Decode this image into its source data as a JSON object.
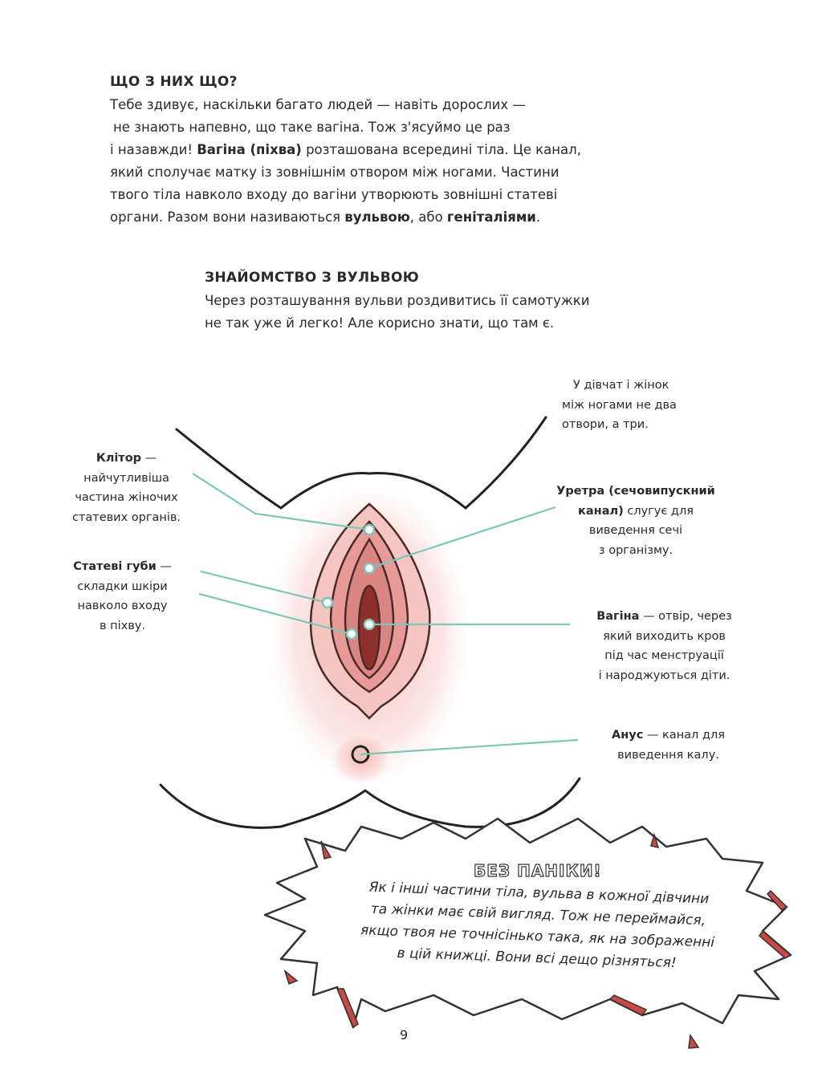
{
  "section1": {
    "title": "ЩО З НИХ ЩО?",
    "lines": [
      [
        "Тебе здивує, наскільки багато людей — навіть дорослих —"
      ],
      [
        "не знають напевно, що таке вагіна. Тож з'ясуймо це раз"
      ],
      [
        "і назавжди! ",
        "Вагіна (піхва)",
        " розташована всередині тіла. Це канал,"
      ],
      [
        "який сполучає матку із зовнішнім отвором між ногами. Частини"
      ],
      [
        "твого тіла навколо входу до вагіни утворюють зовнішні статеві"
      ],
      [
        "органи. Разом вони називаються ",
        "вульвою",
        ", або ",
        "геніталіями",
        "."
      ]
    ]
  },
  "section2": {
    "title": "ЗНАЙОМСТВО З ВУЛЬВОЮ",
    "lines": [
      "Через розташування вульви роздивитись її самотужки",
      "не так уже й легко! Але корисно знати, що там є."
    ]
  },
  "diagram": {
    "note": [
      "У дівчат і жінок",
      "між ногами не два",
      "отвори, а три."
    ],
    "labels": {
      "clitoris": {
        "term": "Клітор",
        "dash": " —",
        "desc": [
          "найчутливіша",
          "частина жіночих",
          "статевих органів."
        ]
      },
      "labia": {
        "term": "Статеві губи",
        "dash": " —",
        "desc": [
          "складки шкіри",
          "навколо входу",
          "в піхву."
        ]
      },
      "urethra": {
        "term": "Уретра (сечовипускний",
        "term2": "канал)",
        "desc0": " слугує для",
        "desc": [
          "виведення сечі",
          "з організму."
        ]
      },
      "vagina": {
        "term": "Вагіна",
        "desc0": " — отвір, через",
        "desc": [
          "який виходить кров",
          "під час менструації",
          "і народжуються діти."
        ]
      },
      "anus": {
        "term": "Анус",
        "desc0": " — канал для",
        "desc": [
          "виведення калу."
        ]
      }
    },
    "colors": {
      "leader": "#7cc7b8",
      "pink": "#f2b3b0",
      "red": "#c94a42"
    }
  },
  "callout": {
    "title": "БЕЗ ПАНІКИ!",
    "lines": [
      "Як і інші частини тіла, вульва в кожної дівчини",
      "та жінки має свій вигляд. Тож не переймайся,",
      "якщо твоя не точнісінько така, як на зображенні",
      "в цій книжці. Вони всі дещо різняться!"
    ]
  },
  "page_number": "9"
}
